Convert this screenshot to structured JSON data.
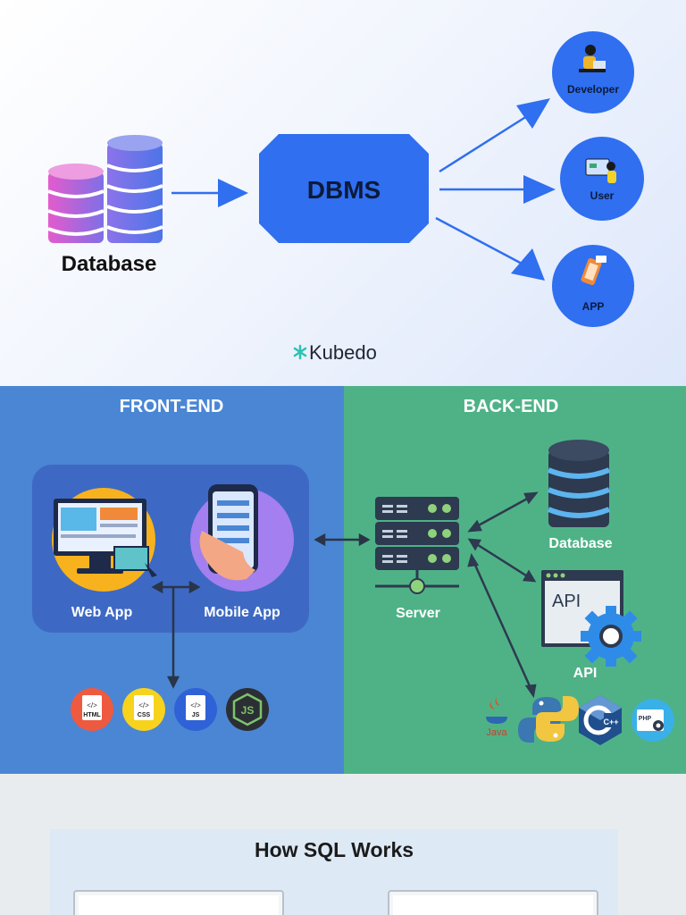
{
  "dbms_diagram": {
    "database_label": "Database",
    "dbms_label": "DBMS",
    "targets": [
      {
        "label": "Developer",
        "icon": "developer-icon"
      },
      {
        "label": "User",
        "icon": "user-icon"
      },
      {
        "label": "APP",
        "icon": "app-icon"
      }
    ],
    "brand": "Kubedo",
    "colors": {
      "accent": "#2f6ff0",
      "brand_star": "#2cc3b0"
    }
  },
  "stack_diagram": {
    "frontend_title": "FRONT-END",
    "backend_title": "BACK-END",
    "frontend": {
      "web_app": "Web App",
      "mobile_app": "Mobile App",
      "techs": [
        "HTML",
        "CSS",
        "JS",
        "JS"
      ]
    },
    "backend": {
      "server": "Server",
      "database": "Database",
      "api": "API",
      "api_icon_text": "API",
      "languages": [
        "Java",
        "Python",
        "C++",
        "PHP"
      ]
    },
    "colors": {
      "frontend_bg": "#4a86d4",
      "backend_bg": "#4fb287"
    }
  },
  "sql_section": {
    "title": "How SQL Works"
  }
}
